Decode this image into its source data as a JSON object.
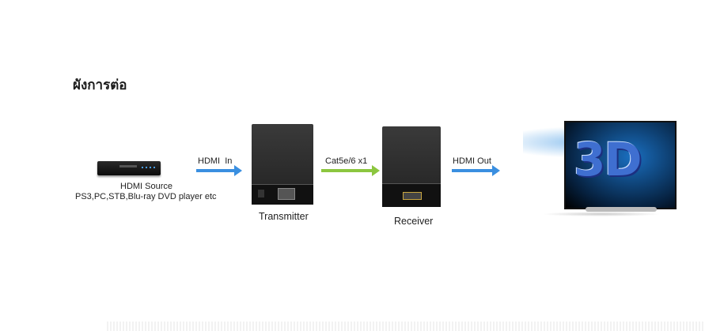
{
  "title": "ผังการต่อ",
  "diagram": {
    "source_label": "HDMI Source",
    "source_devices": "PS3,PC,STB,Blu-ray DVD player etc",
    "hdmi_in": "HDMI  In",
    "cable": "Cat5e/6 x1",
    "hdmi_out": "HDMI Out",
    "transmitter": "Transmitter",
    "receiver": "Receiver",
    "tv_badge": "3D"
  },
  "colors": {
    "blue_arrow": "#3a8fe0",
    "green_arrow": "#8cc63f"
  }
}
